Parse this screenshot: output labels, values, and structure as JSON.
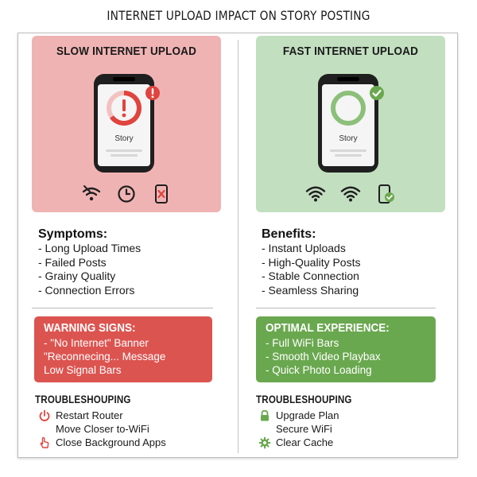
{
  "title": "INTERNET UPLOAD IMPACT ON STORY POSTING",
  "colors": {
    "slow_panel": "#f0b3b3",
    "fast_panel": "#c2dfc0",
    "warning_box": "#dc5450",
    "optimal_box": "#6aa84f",
    "error_red": "#e0443e",
    "success_green": "#6aa84f"
  },
  "slow": {
    "panel_title": "SLOW INTERNET UPLOAD",
    "phone_label": "Story",
    "icons": [
      "wifi-broken-icon",
      "clock-icon",
      "phone-error-icon"
    ],
    "list_heading": "Symptoms:",
    "items": [
      "- Long Upload Times",
      "- Failed Posts",
      "- Grainy Quality",
      "- Connection Errors"
    ],
    "box_title": "WARNING SIGNS:",
    "box_items": [
      "- \"No Internet\" Banner",
      "\"Reconnecing... Message",
      "Low Signal Bars"
    ],
    "troubleshoot_heading": "TROUBLESHOUPING",
    "troubleshoot_items": [
      {
        "icon": "power-icon",
        "text": "Restart Router"
      },
      {
        "icon": "",
        "text": "Move Closer to-WiFi"
      },
      {
        "icon": "hand-pointer-icon",
        "text": "Close Background Apps"
      }
    ]
  },
  "fast": {
    "panel_title": "FAST INTERNET UPLOAD",
    "phone_label": "Story",
    "icons": [
      "wifi-full-icon",
      "wifi-full-icon",
      "phone-check-icon"
    ],
    "list_heading": "Benefits:",
    "items": [
      "- Instant Uploads",
      "- High-Quality Posts",
      "- Stable Connection",
      "- Seamless Sharing"
    ],
    "box_title": "OPTIMAL EXPERIENCE:",
    "box_items": [
      "- Full WiFi Bars",
      "- Smooth Video Playbax",
      "- Quick Photo Loading"
    ],
    "troubleshoot_heading": "TROUBLESHOUPING",
    "troubleshoot_items": [
      {
        "icon": "lock-icon",
        "text": "Upgrade Plan"
      },
      {
        "icon": "",
        "text": "Secure WiFi"
      },
      {
        "icon": "gear-icon",
        "text": "Clear Cache"
      }
    ]
  }
}
